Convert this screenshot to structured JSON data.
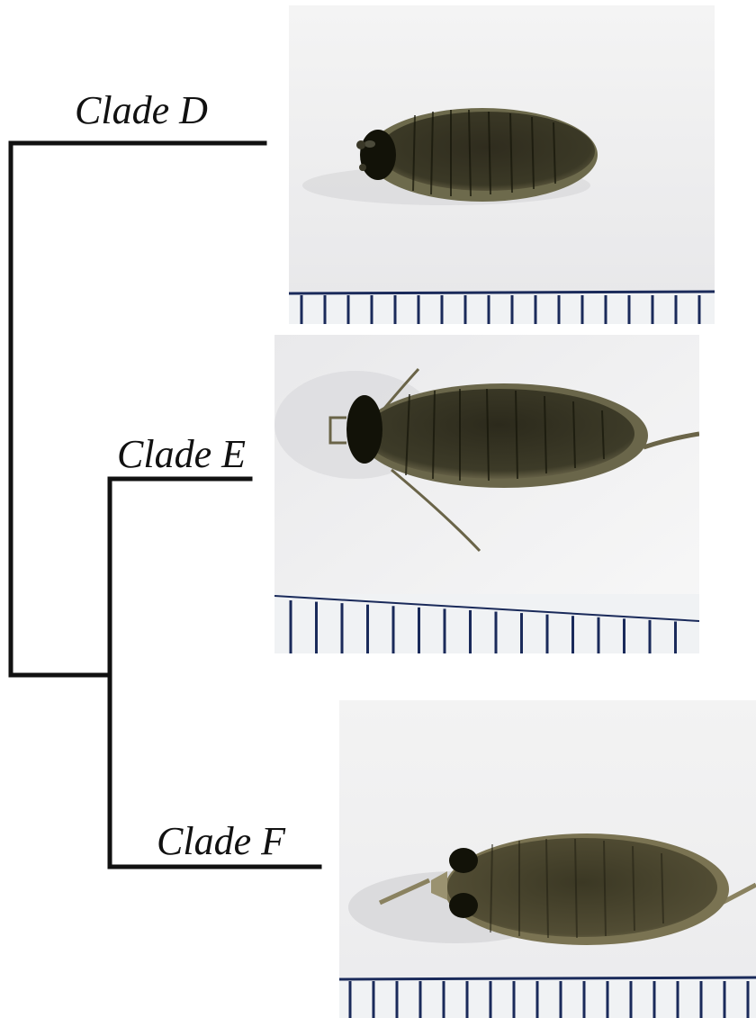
{
  "tree": {
    "clades": [
      {
        "id": "D",
        "label": "Clade D"
      },
      {
        "id": "E",
        "label": "Clade E"
      },
      {
        "id": "F",
        "label": "Clade F"
      }
    ],
    "topology": "(Clade D, (Clade E, Clade F))"
  },
  "photos": [
    {
      "clade": "D",
      "subject": "isopod specimen, dorsal view",
      "scale": "ruler"
    },
    {
      "clade": "E",
      "subject": "isopod specimen with antennae, dorsal view",
      "scale": "ruler"
    },
    {
      "clade": "F",
      "subject": "isopod specimen, dorsal view",
      "scale": "ruler"
    }
  ],
  "colors": {
    "tree_line": "#111111",
    "ruler_tick": "#1a2a5a",
    "specimen_dark": "#2b2a1c",
    "specimen_light": "#6a6448"
  }
}
